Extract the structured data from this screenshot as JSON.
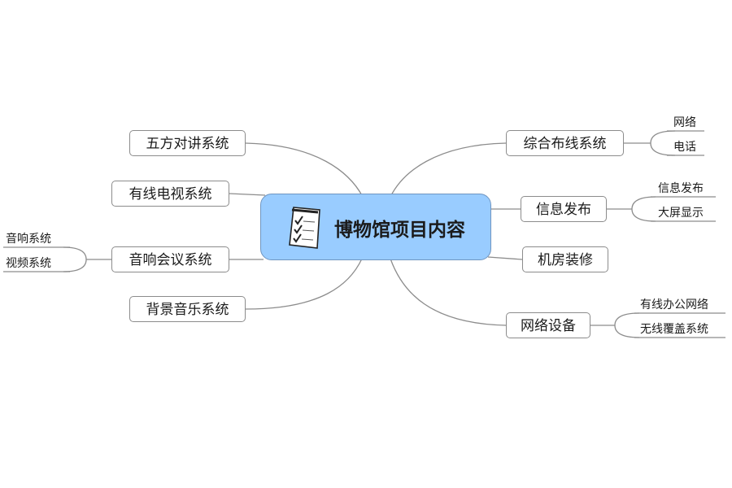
{
  "central_topic": {
    "label": "博物馆项目内容",
    "icon": "checklist-icon",
    "fill_color": "#99ccff"
  },
  "left_topics": [
    {
      "label": "五方对讲系统",
      "subtopics": []
    },
    {
      "label": "有线电视系统",
      "subtopics": []
    },
    {
      "label": "音响会议系统",
      "subtopics": [
        "音响系统",
        "视频系统"
      ]
    },
    {
      "label": "背景音乐系统",
      "subtopics": []
    }
  ],
  "right_topics": [
    {
      "label": "综合布线系统",
      "subtopics": [
        "网络",
        "电话"
      ]
    },
    {
      "label": "信息发布",
      "subtopics": [
        "信息发布",
        "大屏显示"
      ]
    },
    {
      "label": "机房装修",
      "subtopics": []
    },
    {
      "label": "网络设备",
      "subtopics": [
        "有线办公网络",
        "无线覆盖系统"
      ]
    }
  ],
  "colors": {
    "connector": "#8c8c8c",
    "topic_border": "#8c8c8c",
    "center_border": "#6f95c0"
  }
}
